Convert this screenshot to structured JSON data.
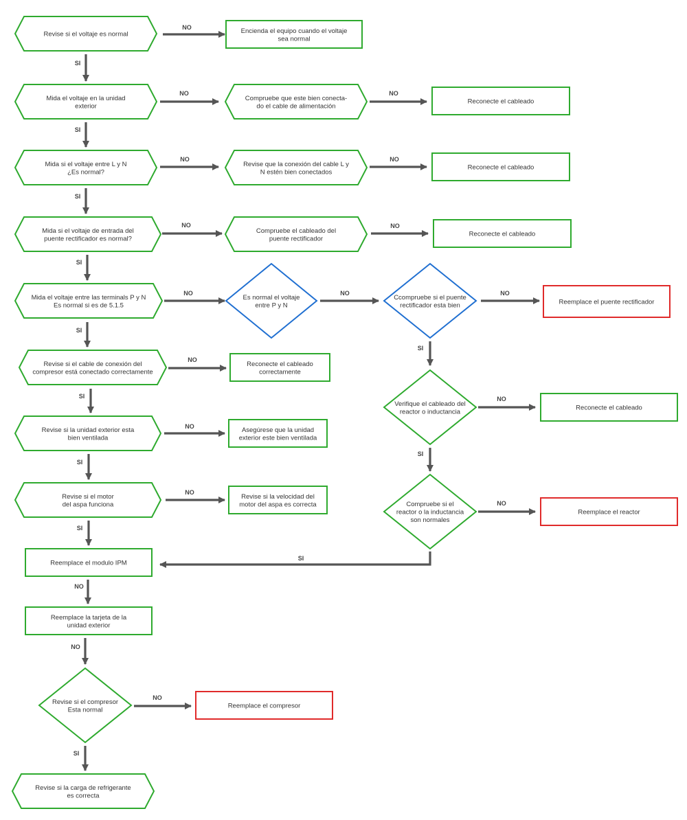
{
  "colors": {
    "process": "#2eaa2e",
    "check": "#1f6fd1",
    "terminal": "#e02a2a",
    "arrow": "#555555",
    "text": "#333333"
  },
  "nodes": {
    "n1": {
      "lines": [
        "Revise si el voltaje es normal"
      ]
    },
    "n1a": {
      "lines": [
        "Encienda el equipo cuando el voltaje",
        "sea normal"
      ]
    },
    "n2": {
      "lines": [
        "Mida el voltaje en la unidad",
        "exterior"
      ]
    },
    "n2a": {
      "lines": [
        "Compruebe que este bien conecta-",
        "do el cable de alimentación"
      ]
    },
    "n2b": {
      "lines": [
        "Reconecte el cableado"
      ]
    },
    "n3": {
      "lines": [
        "Mida si el voltaje entre L y N",
        "¿Es normal?"
      ]
    },
    "n3a": {
      "lines": [
        "Revise que la conexión del cable L y",
        "N estén bien conectados"
      ]
    },
    "n3b": {
      "lines": [
        "Reconecte el cableado"
      ]
    },
    "n4": {
      "lines": [
        "Mida si el voltaje de entrada del",
        "puente rectificador es normal?"
      ]
    },
    "n4a": {
      "lines": [
        "Compruebe el cableado del",
        "puente rectificador"
      ]
    },
    "n4b": {
      "lines": [
        "Reconecte el cableado"
      ]
    },
    "n5": {
      "lines": [
        "Mida el voltaje entre las terminals P y N",
        "Es normal si es de 5.1.5"
      ]
    },
    "n5a": {
      "lines": [
        "Es normal el voltaje",
        "entre P y N"
      ]
    },
    "n5b": {
      "lines": [
        "Ccompruebe si el puente",
        "rectificador esta bien"
      ]
    },
    "n5c": {
      "lines": [
        "Reemplace el puente rectificador"
      ]
    },
    "n6": {
      "lines": [
        "Revise si el cable de conexión del",
        "compresor está conectado correctamente"
      ]
    },
    "n6a": {
      "lines": [
        "Reconecte el cableado",
        "correctamente"
      ]
    },
    "n7": {
      "lines": [
        "Revise si la unidad exterior esta",
        "bien ventilada"
      ]
    },
    "n7a": {
      "lines": [
        "Asegúrese que la unidad",
        "exterior este bien ventilada"
      ]
    },
    "n8": {
      "lines": [
        "Revise si el motor",
        "del aspa funciona"
      ]
    },
    "n8a": {
      "lines": [
        "Revise si la velocidad del",
        "motor del aspa es correcta"
      ]
    },
    "r1": {
      "lines": [
        "Verifique el cableado del",
        "reactor o inductancia"
      ]
    },
    "r1a": {
      "lines": [
        "Reconecte el cableado"
      ]
    },
    "r2": {
      "lines": [
        "Compruebe si el",
        "reactor o la inductancia",
        "son normales"
      ]
    },
    "r2a": {
      "lines": [
        "Reemplace el reactor"
      ]
    },
    "n9": {
      "lines": [
        "Reemplace el modulo IPM"
      ]
    },
    "n10": {
      "lines": [
        "Reemplace la tarjeta de la",
        "unidad exterior"
      ]
    },
    "n11": {
      "lines": [
        "Revise si el compresor",
        "Esta normal"
      ]
    },
    "n11a": {
      "lines": [
        "Reemplace el compresor"
      ]
    },
    "n12": {
      "lines": [
        "Revise si la carga de refrigerante",
        "es correcta"
      ]
    }
  },
  "edges": {
    "e1": {
      "label": "NO"
    },
    "e2": {
      "label": "SI"
    },
    "e3": {
      "label": "NO"
    },
    "e4": {
      "label": "NO"
    },
    "e5": {
      "label": "SI"
    },
    "e6": {
      "label": "NO"
    },
    "e7": {
      "label": "NO"
    },
    "e8": {
      "label": "SI"
    },
    "e9": {
      "label": "NO"
    },
    "e10": {
      "label": "NO"
    },
    "e11": {
      "label": "SI"
    },
    "e12": {
      "label": "NO"
    },
    "e13": {
      "label": "NO"
    },
    "e14": {
      "label": "NO"
    },
    "e15": {
      "label": "SI"
    },
    "e16": {
      "label": "NO"
    },
    "e17": {
      "label": "SI"
    },
    "e18": {
      "label": "NO"
    },
    "e19": {
      "label": "SI"
    },
    "e20": {
      "label": "NO"
    },
    "e21": {
      "label": "SI"
    },
    "e22": {
      "label": "NO"
    },
    "e23": {
      "label": "SI"
    },
    "e24": {
      "label": "SI"
    },
    "e25": {
      "label": "NO"
    },
    "e26": {
      "label": "SI"
    },
    "e27": {
      "label": "NO"
    },
    "e28": {
      "label": "NO"
    },
    "e29": {
      "label": "NO"
    },
    "e30": {
      "label": "SI"
    }
  }
}
